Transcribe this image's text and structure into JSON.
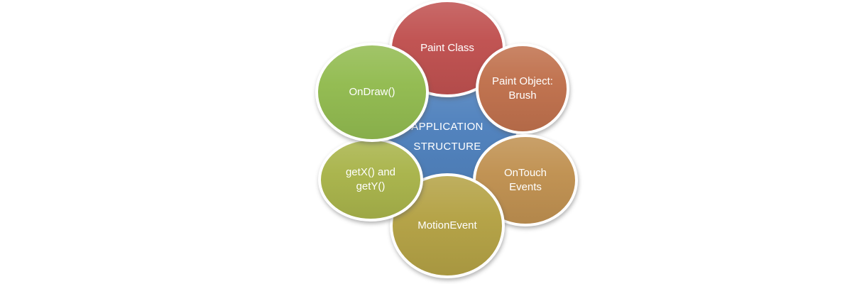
{
  "diagram": {
    "type": "radial-cycle",
    "background_color": "#ffffff",
    "text_color": "#ffffff",
    "center": {
      "name": "application-structure",
      "lines": [
        "APPLICATION",
        "STRUCTURE"
      ],
      "color": "#4f81bd"
    },
    "nodes": [
      {
        "name": "paint-class",
        "lines": [
          "Paint Class",
          ""
        ],
        "color": "#c05150"
      },
      {
        "name": "paint-object-brush",
        "lines": [
          "Paint Object:",
          "Brush"
        ],
        "color": "#c0714d"
      },
      {
        "name": "ontouch-events",
        "lines": [
          "OnTouch",
          "Events"
        ],
        "color": "#c09151"
      },
      {
        "name": "motionevent",
        "lines": [
          "MotionEvent",
          ""
        ],
        "color": "#b4a245"
      },
      {
        "name": "getx-gety",
        "lines": [
          "getX() and",
          "getY()"
        ],
        "color": "#a9b44b"
      },
      {
        "name": "ondraw",
        "lines": [
          "OnDraw()",
          ""
        ],
        "color": "#92bb50"
      }
    ]
  }
}
